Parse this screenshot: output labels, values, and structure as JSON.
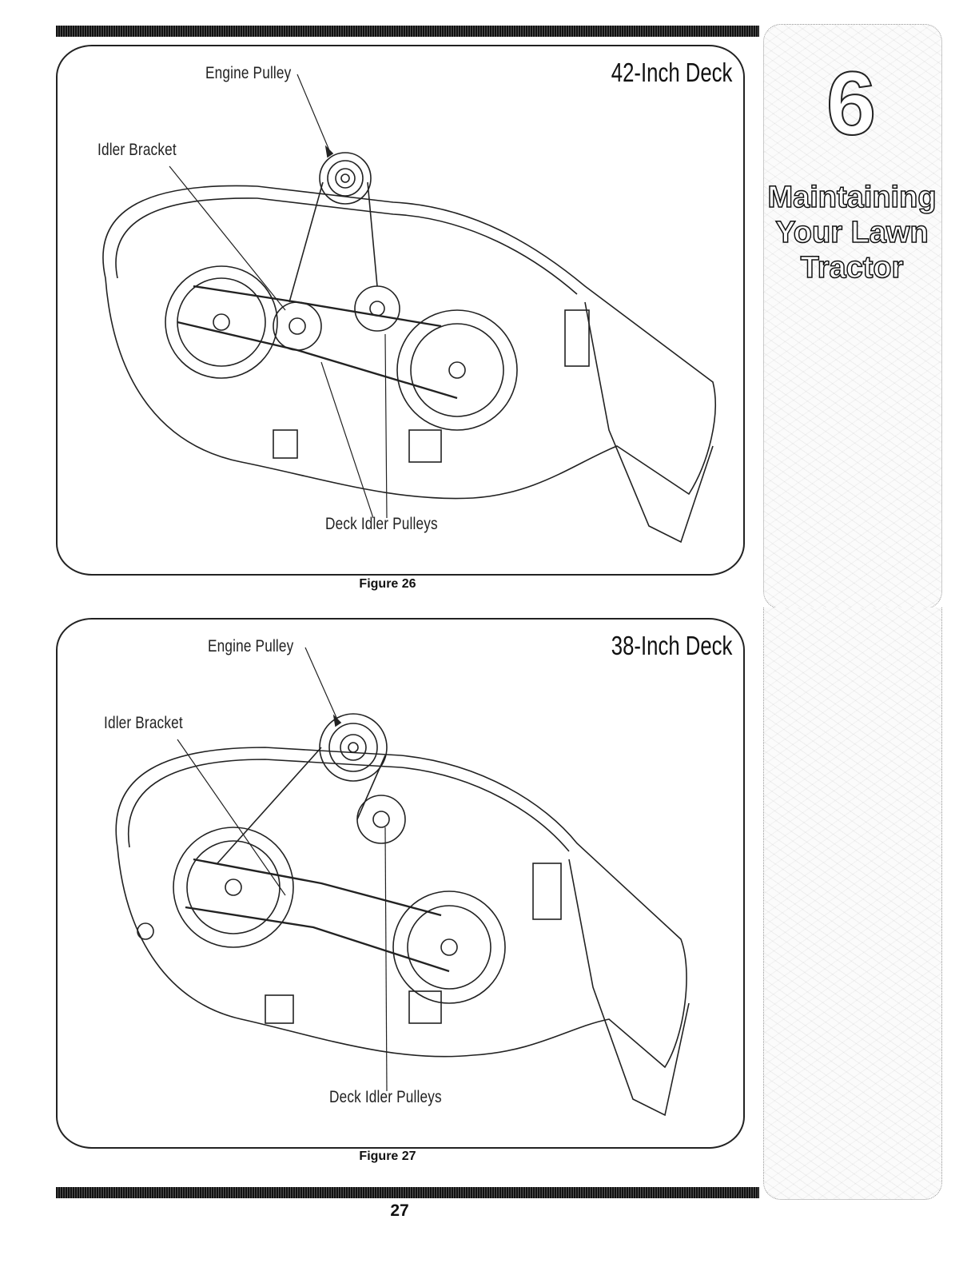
{
  "figure_1": {
    "deck_title": "42-Inch Deck",
    "label_engine_pulley": "Engine Pulley",
    "label_idler_bracket": "Idler Bracket",
    "label_deck_idler_pulleys": "Deck Idler Pulleys",
    "caption": "Figure 26"
  },
  "figure_2": {
    "deck_title": "38-Inch Deck",
    "label_engine_pulley": "Engine Pulley",
    "label_idler_bracket": "Idler Bracket",
    "label_deck_idler_pulleys": "Deck Idler Pulleys",
    "caption": "Figure 27"
  },
  "sidebar": {
    "chapter_number": "6",
    "title_lines": [
      "Maintaining",
      "Your Lawn",
      "Tractor"
    ]
  },
  "page_number": "27"
}
